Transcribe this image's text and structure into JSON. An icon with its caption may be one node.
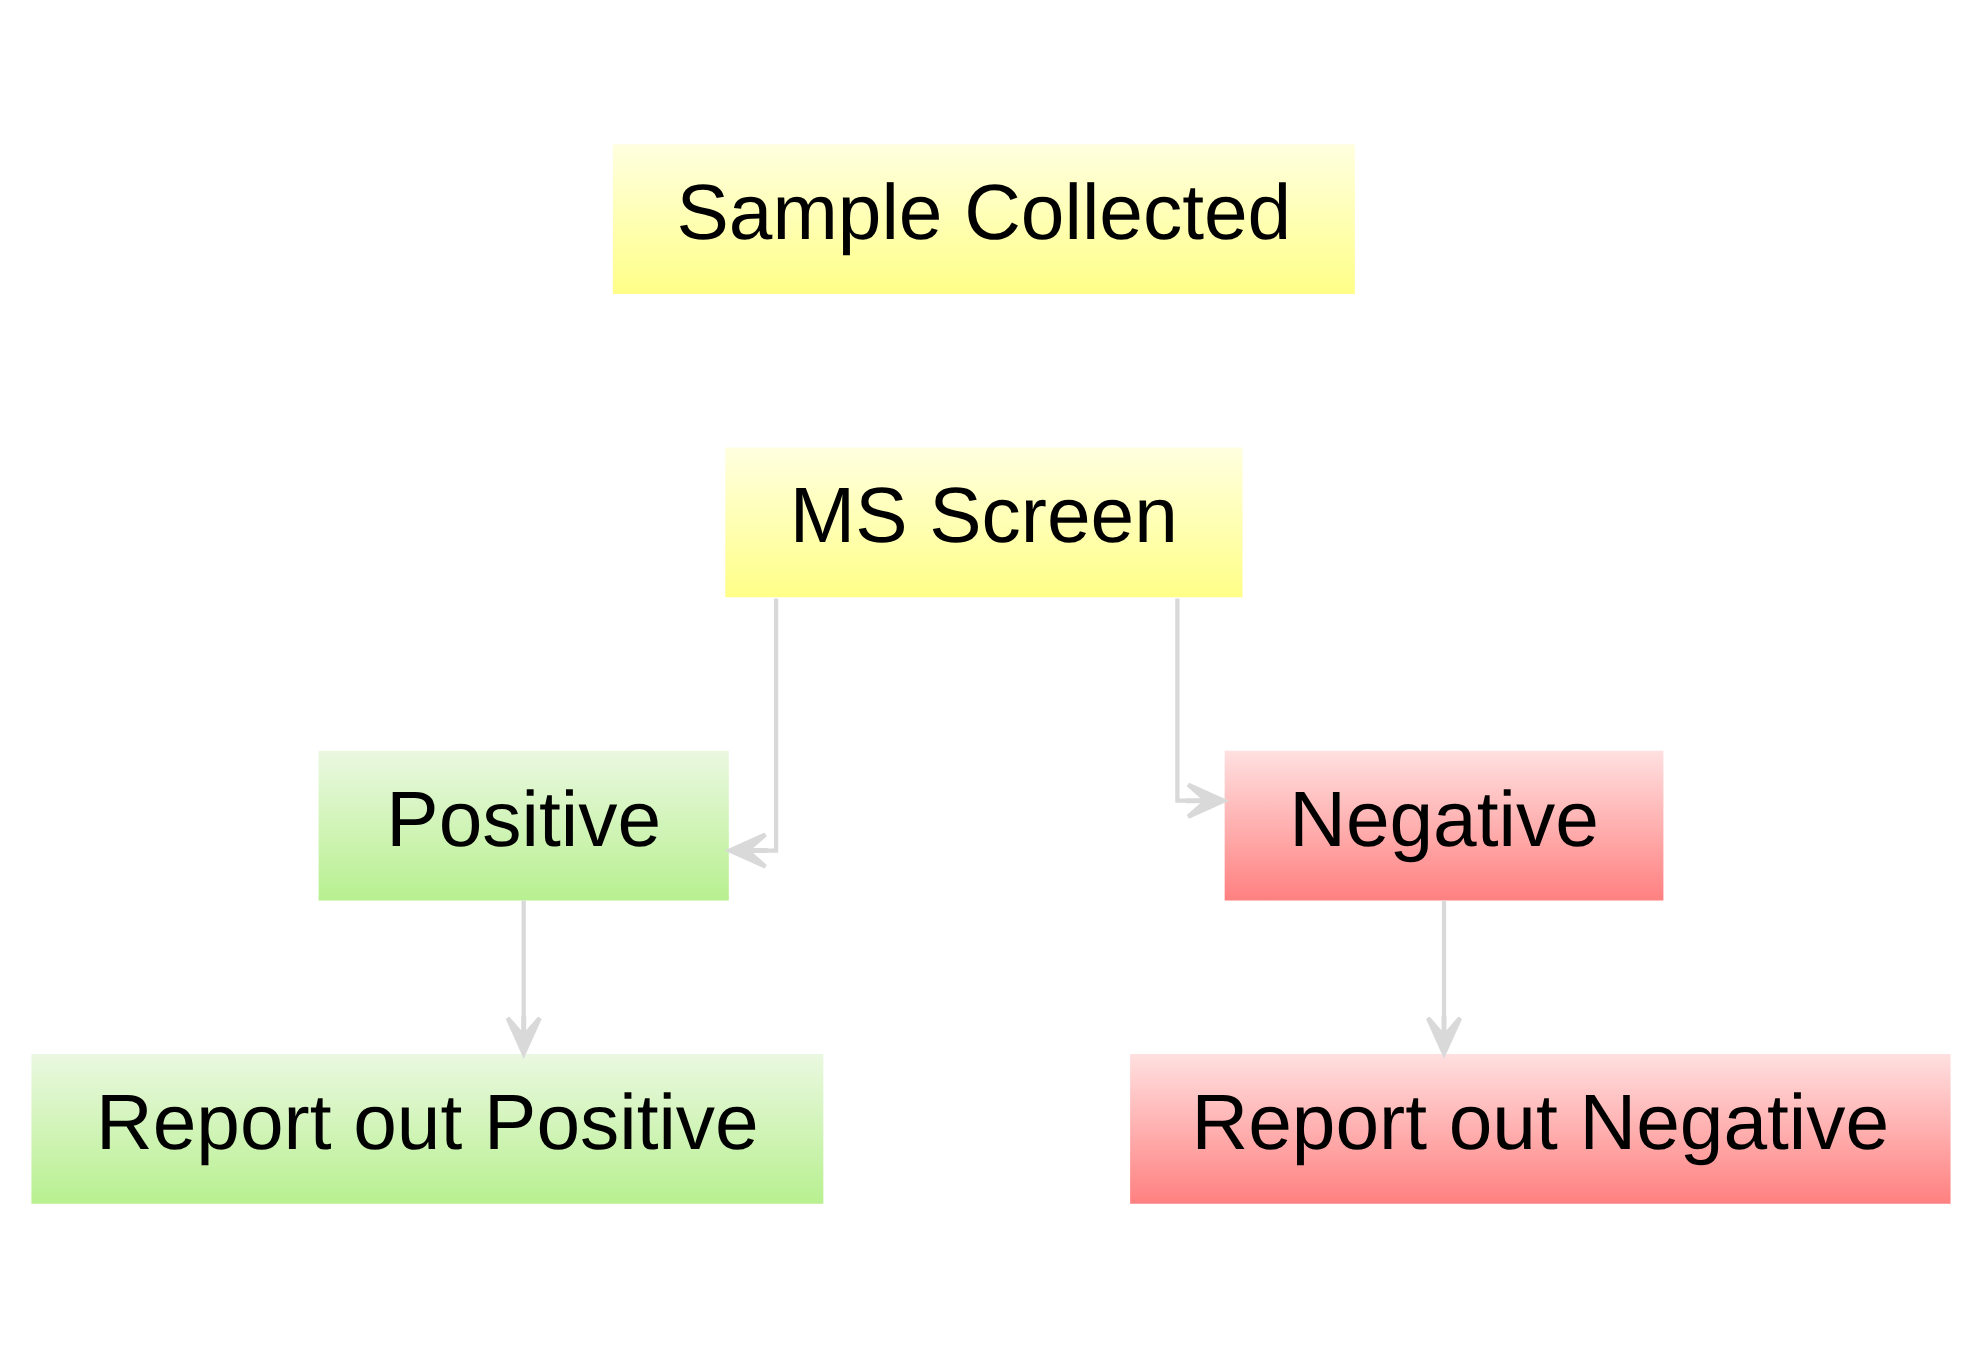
{
  "diagram": {
    "nodes": [
      {
        "text": [
          "Sample Collected"
        ]
      },
      {
        "text": [
          "MS Screen"
        ]
      },
      {
        "text": [
          "Positive"
        ]
      },
      {
        "text": [
          "Negative"
        ]
      },
      {
        "text": [
          "Report out Positive"
        ]
      },
      {
        "text": [
          "Report out Negative"
        ]
      }
    ],
    "edges": [
      {
        "from": 1,
        "to": 2,
        "arrow": "to"
      },
      {
        "from": 1,
        "to": 3,
        "arrow": "to"
      },
      {
        "from": 2,
        "to": 4,
        "arrow": "to"
      },
      {
        "from": 3,
        "to": 5,
        "arrow": "to"
      }
    ]
  }
}
